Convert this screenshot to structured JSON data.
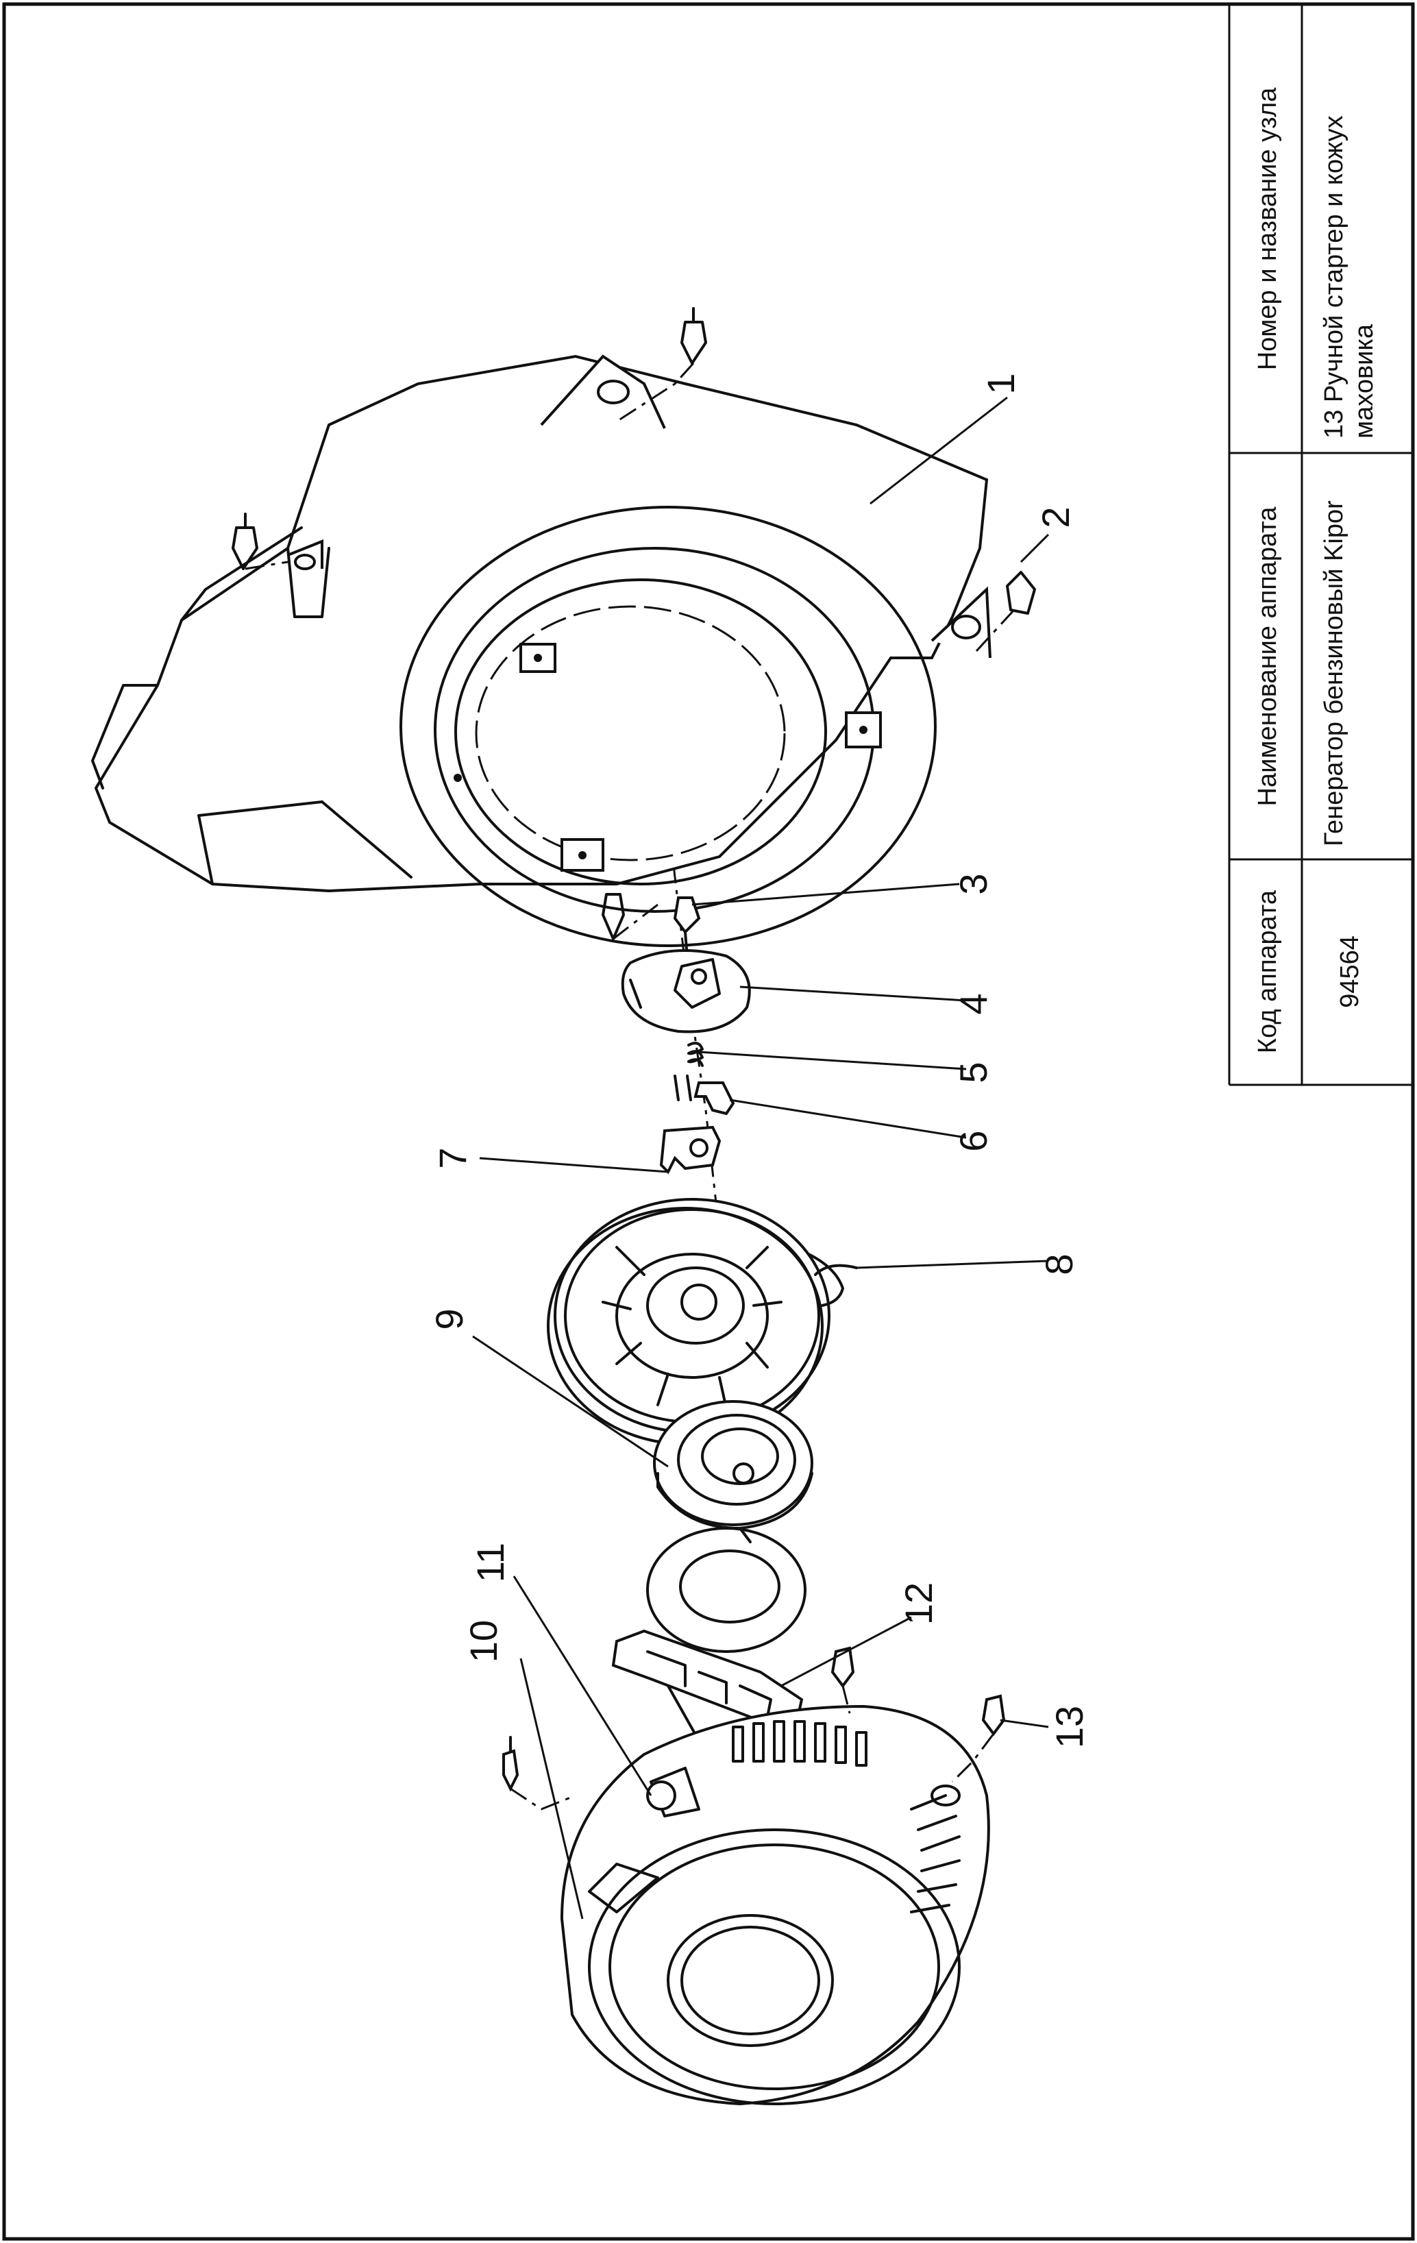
{
  "title_block": {
    "columns": [
      {
        "header": "Код аппарата",
        "value": "94564"
      },
      {
        "header": "Наименование аппарата",
        "value": "Генератор бензиновый Kipor"
      },
      {
        "header": "Номер и название узла",
        "value": "13 Ручной стартер и кожух маховика"
      }
    ]
  },
  "callouts": [
    "1",
    "2",
    "3",
    "4",
    "5",
    "6",
    "7",
    "8",
    "9",
    "10",
    "11",
    "12",
    "13"
  ]
}
